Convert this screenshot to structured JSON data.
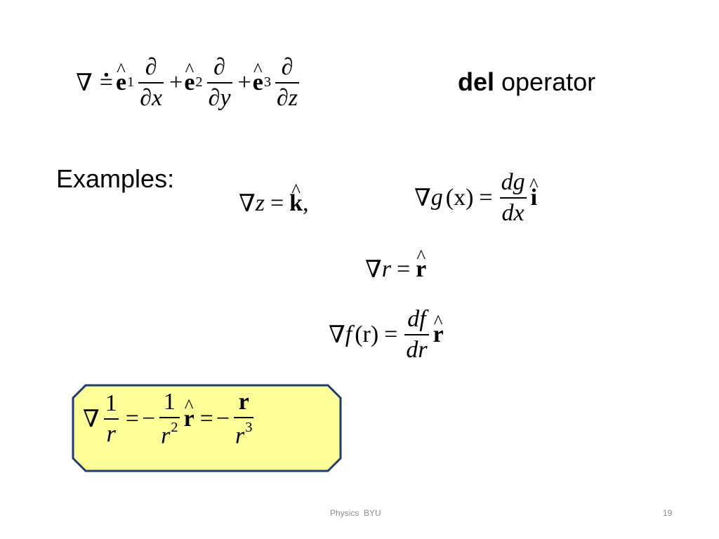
{
  "del_definition": {
    "nabla": "∇",
    "equals": "=",
    "plus": "+",
    "e": "e",
    "sub1": "1",
    "sub2": "2",
    "sub3": "3",
    "partial": "∂",
    "x": "x",
    "y": "y",
    "z": "z"
  },
  "del_label": {
    "bold": "del",
    "rest": " operator"
  },
  "examples_label": "Examples:",
  "example_z": {
    "nabla": "∇",
    "var": "z",
    "equals": "=",
    "unit": "k",
    "comma": ","
  },
  "example_g": {
    "nabla": "∇",
    "fn": "g",
    "arg": "(x)",
    "equals": "=",
    "num": "dg",
    "den": "dx",
    "unit": "i"
  },
  "example_r": {
    "nabla": "∇",
    "var": "r",
    "equals": "=",
    "unit": "r"
  },
  "example_f": {
    "nabla": "∇",
    "fn": "f",
    "arg": "(r)",
    "equals": "=",
    "num": "df",
    "den": "dr",
    "unit": "r"
  },
  "boxed": {
    "nabla": "∇",
    "one": "1",
    "r": "r",
    "equals": "=",
    "minus": "−",
    "sq": "2",
    "cube": "3",
    "unit": "r",
    "vec": "r"
  },
  "colors": {
    "callout_fill": "#ffff99",
    "callout_stroke": "#1f3b73"
  },
  "footer": {
    "center": "Physics  BYU",
    "page": "19"
  }
}
